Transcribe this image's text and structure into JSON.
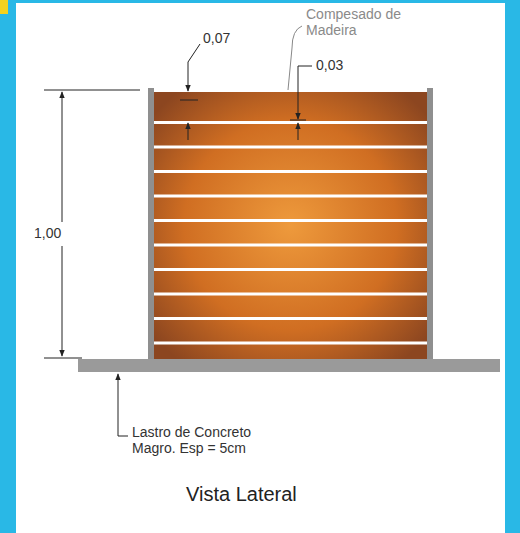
{
  "diagram": {
    "caption": "Vista Lateral",
    "labels": [
      "Compesado de Madeira",
      "0,07",
      "0,03",
      "1,00",
      "Lastro de Concreto Magro. Esp = 5cm"
    ]
  }
}
